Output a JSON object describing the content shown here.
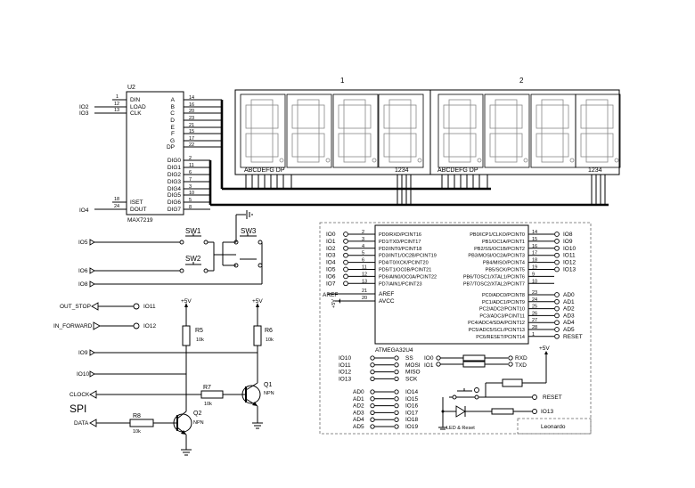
{
  "u2": {
    "ref": "U2",
    "part": "MAX7219",
    "inputs": [
      {
        "pin": "1",
        "name": "DIN"
      },
      {
        "pin": "12",
        "name": "LOAD"
      },
      {
        "pin": "13",
        "name": "CLK"
      },
      {
        "pin": "18",
        "name": "ISET"
      },
      {
        "pin": "24",
        "name": "DOUT"
      }
    ],
    "seg_pins": [
      {
        "name": "A",
        "pin": "14"
      },
      {
        "name": "B",
        "pin": "16"
      },
      {
        "name": "C",
        "pin": "20"
      },
      {
        "name": "D",
        "pin": "23"
      },
      {
        "name": "E",
        "pin": "21"
      },
      {
        "name": "F",
        "pin": "15"
      },
      {
        "name": "G",
        "pin": "17"
      },
      {
        "name": "DP",
        "pin": "22"
      }
    ],
    "dig_pins": [
      {
        "name": "DIG0",
        "pin": "2"
      },
      {
        "name": "DIG1",
        "pin": "11"
      },
      {
        "name": "DIG2",
        "pin": "6"
      },
      {
        "name": "DIG3",
        "pin": "7"
      },
      {
        "name": "DIG4",
        "pin": "3"
      },
      {
        "name": "DIG5",
        "pin": "10"
      },
      {
        "name": "DIG6",
        "pin": "5"
      },
      {
        "name": "DIG7",
        "pin": "8"
      }
    ]
  },
  "u2_nets": {
    "io2": "IO2",
    "io3": "IO3",
    "io4": "IO4"
  },
  "displays": [
    {
      "label": "1",
      "seg_label": "ABCDEFG  DP",
      "dig_label": "1234"
    },
    {
      "label": "2",
      "seg_label": "ABCDEFG  DP",
      "dig_label": "1234"
    }
  ],
  "switches": {
    "nets": [
      "IO5",
      "IO6",
      "IO8"
    ],
    "sw1": "SW1",
    "sw2": "SW2",
    "sw3": "SW3"
  },
  "outputs": [
    {
      "name": "OUT_STOP",
      "net": "IO11"
    },
    {
      "name": "IN_FORWARD",
      "net": "IO12"
    }
  ],
  "transistors": {
    "supply": "+5V",
    "r5": {
      "ref": "R5",
      "value": "10k"
    },
    "r6": {
      "ref": "R6",
      "value": "10k"
    },
    "r7": {
      "ref": "R7",
      "value": "10k"
    },
    "r8": {
      "ref": "R8",
      "value": "10k"
    },
    "q1": {
      "ref": "Q1",
      "type": "NPN"
    },
    "q2": {
      "ref": "Q2",
      "type": "NPN"
    },
    "spi": "SPI",
    "io9": "IO9",
    "io10": "IO10",
    "clock": "CLOCK",
    "data": "DATA"
  },
  "mcu": {
    "part": "ATMEGA32U4",
    "left_pins": [
      {
        "net": "IO0",
        "pin": "2",
        "name": "PD0/RXD/PCINT16"
      },
      {
        "net": "IO1",
        "pin": "3",
        "name": "PD1/TXD/PCINT17"
      },
      {
        "net": "IO2",
        "pin": "4",
        "name": "PD2/INT0/PCINT18"
      },
      {
        "net": "IO3",
        "pin": "5",
        "name": "PD3/INT1/OC2B/PCINT19"
      },
      {
        "net": "IO4",
        "pin": "6",
        "name": "PD4/T0/XCK/PCINT20"
      },
      {
        "net": "IO5",
        "pin": "11",
        "name": "PD5/T1/OC0B/PCINT21"
      },
      {
        "net": "IO6",
        "pin": "12",
        "name": "PD6/AIN0/OC0A/PCINT22"
      },
      {
        "net": "IO7",
        "pin": "13",
        "name": "PD7/AIN1/PCINT23"
      }
    ],
    "aref": {
      "pin": "21",
      "name": "AREF"
    },
    "avcc": {
      "pin": "20",
      "name": "AVCC",
      "supply": "+5V"
    },
    "right_pins": [
      {
        "net": "IO8",
        "pin": "14",
        "name": "PB0/ICP1/CLKO/PCINT0"
      },
      {
        "net": "IO9",
        "pin": "15",
        "name": "PB1/OC1A/PCINT1"
      },
      {
        "net": "IO10",
        "pin": "16",
        "name": "PB2/SS/OC1B/PCINT2"
      },
      {
        "net": "IO11",
        "pin": "17",
        "name": "PB3/MOSI/OC2A/PCINT3"
      },
      {
        "net": "IO12",
        "pin": "18",
        "name": "PB4/MISO/PCINT4"
      },
      {
        "net": "IO13",
        "pin": "19",
        "name": "PB5/SCK/PCINT5"
      },
      {
        "net": "",
        "pin": "9",
        "name": "PB6/TOSC1/XTAL1/PCINT6"
      },
      {
        "net": "",
        "pin": "10",
        "name": "PB7/TOSC2/XTAL2/PCINT7"
      }
    ],
    "adc_pins": [
      {
        "net": "AD0",
        "pin": "23",
        "name": "PC0/ADC0/PCINT8"
      },
      {
        "net": "AD1",
        "pin": "24",
        "name": "PC1/ADC1/PCINT9"
      },
      {
        "net": "AD2",
        "pin": "25",
        "name": "PC2/ADC2/PCINT10"
      },
      {
        "net": "AD3",
        "pin": "26",
        "name": "PC3/ADC3/PCINT11"
      },
      {
        "net": "AD4",
        "pin": "27",
        "name": "PC4/ADC4/SDA/PCINT12"
      },
      {
        "net": "AD5",
        "pin": "28",
        "name": "PC5/ADC5/SCL/PCINT13"
      },
      {
        "net": "RESET",
        "pin": "1",
        "name": "PC6/RESET/PCINT14"
      }
    ]
  },
  "spi_map": [
    {
      "net": "IO10",
      "name": "SS"
    },
    {
      "net": "IO11",
      "name": "MOSI"
    },
    {
      "net": "IO12",
      "name": "MISO"
    },
    {
      "net": "IO13",
      "name": "SCK"
    }
  ],
  "serial_map": [
    {
      "net": "IO0",
      "name": "RXD"
    },
    {
      "net": "IO1",
      "name": "TXD"
    }
  ],
  "analog_map": [
    {
      "ad": "AD0",
      "io": "IO14"
    },
    {
      "ad": "AD1",
      "io": "IO15"
    },
    {
      "ad": "AD2",
      "io": "IO16"
    },
    {
      "ad": "AD3",
      "io": "IO17"
    },
    {
      "ad": "AD4",
      "io": "IO18"
    },
    {
      "ad": "AD5",
      "io": "IO19"
    }
  ],
  "reset_block": {
    "supply": "+5V",
    "reset": "RESET",
    "io13": "IO13",
    "caption": "LED & Reset"
  },
  "board": {
    "caption": "Leonardo"
  }
}
